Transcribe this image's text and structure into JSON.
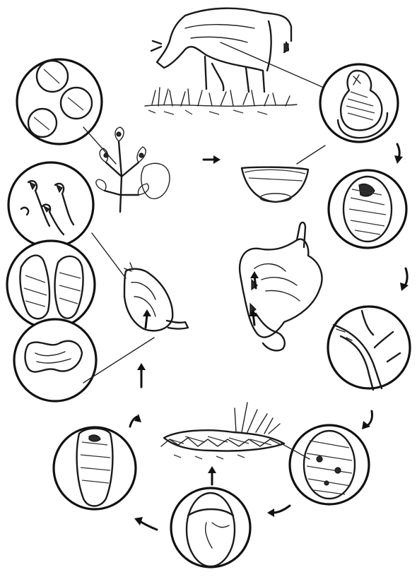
{
  "diagram": {
    "type": "life-cycle-illustration",
    "stages": [
      {
        "key": "grazing-cattle"
      },
      {
        "key": "adult-fluke"
      },
      {
        "key": "egg-in-feces"
      },
      {
        "key": "liver-and-bile-ducts"
      },
      {
        "key": "bile-duct-close-up"
      },
      {
        "key": "embryonated-egg"
      },
      {
        "key": "hatching-egg"
      },
      {
        "key": "miracidium"
      },
      {
        "key": "snail-host"
      },
      {
        "key": "sporocyst"
      },
      {
        "key": "redia"
      },
      {
        "key": "cercariae"
      },
      {
        "key": "metacercariae-cysts"
      },
      {
        "key": "vegetation"
      },
      {
        "key": "dung-pat-with-grass"
      }
    ],
    "ink_color": "#1a1a1a",
    "background_color": "#ffffff"
  }
}
